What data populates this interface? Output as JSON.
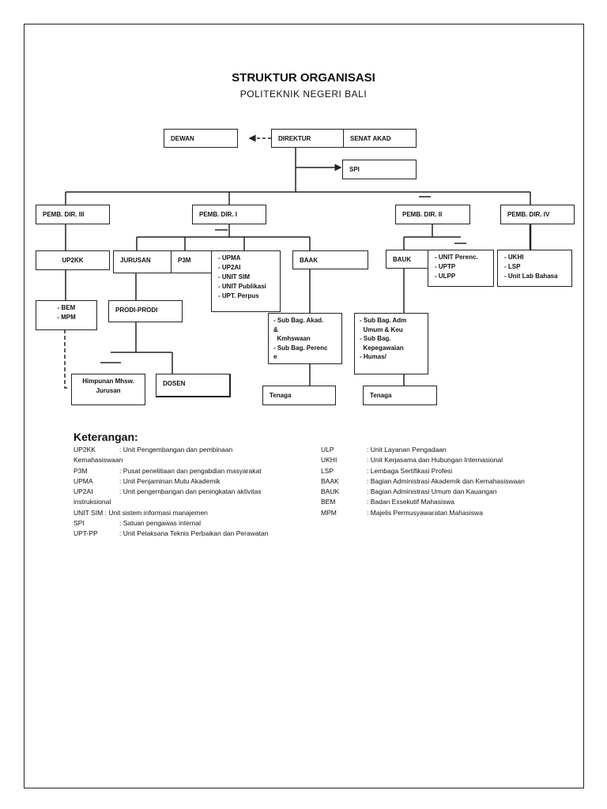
{
  "title": "STRUKTUR ORGANISASI",
  "subtitle": "POLITEKNIK NEGERI BALI",
  "nodes": {
    "dewan": "DEWAN",
    "direktur": "DIREKTUR",
    "senat": "SENAT AKAD",
    "spi": "SPI",
    "pd3": "PEMB. DIR. III",
    "pd1": "PEMB. DIR. I",
    "pd2": "PEMB. DIR. II",
    "pd4": "PEMB. DIR. IV",
    "up2kk": "UP2KK",
    "jurusan": "JURUSAN",
    "p3m": "P3M",
    "pd1_units": [
      "- UPMA",
      "- UP2AI",
      "- UNIT SIM",
      "- UNIT Publikasi",
      "- UPT. Perpus"
    ],
    "baak": "BAAK",
    "bauk": "BAUK",
    "pd2_units": [
      "- UNIT Perenc.",
      "- UPTP",
      "- ULPP"
    ],
    "pd4_units": [
      "- UKHI",
      "- LSP",
      "- Unit Lab Bahasa"
    ],
    "ormawa": [
      "- BEM",
      "- MPM"
    ],
    "prodi": "PRODI-PRODI",
    "baak_sub": [
      "- Sub Bag. Akad.",
      "&",
      "  Kmhswaan",
      "- Sub Bag. Perenc",
      "e"
    ],
    "bauk_sub": [
      "- Sub Bag. Adm",
      "  Umum & Keu",
      "- Sub Bag.",
      "  Kepegawaian",
      "- Humas/"
    ],
    "himpunan": [
      "Himpunan Mhsw.",
      "Jurusan"
    ],
    "dosen": "DOSEN",
    "tenaga1": "Tenaga",
    "tenaga2": "Tenaga"
  },
  "legend": {
    "heading": "Keterangan:",
    "left": [
      {
        "abbr": "UP2KK",
        "desc": ": Unit Pengembangan dan pembinaan"
      },
      {
        "abbr": "",
        "desc": "Kemahasiswaan"
      },
      {
        "abbr": "P3M",
        "desc": ":  Pusat penelitiaan dan pengabdian masyarakat"
      },
      {
        "abbr": "UPMA",
        "desc": ":  Unit Penjaminan Mutu Akademik"
      },
      {
        "abbr": "UP2AI",
        "desc": ": Unit pengembangan dan peningkatan aktivitas"
      },
      {
        "abbr": "",
        "desc": "instruksional"
      },
      {
        "abbr": "UNIT SIM",
        "desc": ": Unit sistem informasi manajemen"
      },
      {
        "abbr": "SPI",
        "desc": ": Satuan pengawas internal"
      },
      {
        "abbr": "UPT-PP",
        "desc": ":  Unit Pelaksana Teknis Perbaikan dan Perawatan"
      }
    ],
    "right": [
      {
        "abbr": "ULP",
        "desc": ":  Unit Layanan Pengadaan"
      },
      {
        "abbr": "UKHI",
        "desc": ": Unit Kerjasama dan Hubungan Internasional"
      },
      {
        "abbr": "LSP",
        "desc": ": Lembaga Sertifikasi Profesi"
      },
      {
        "abbr": "BAAK",
        "desc": ":  Bagian Administrasi Akademik dan Kemahasiswaan"
      },
      {
        "abbr": "BAUK",
        "desc": ": Bagian Administrasi Umum dan Kauangan"
      },
      {
        "abbr": "BEM",
        "desc": ":  Badan Exsekutif Mahasiswa"
      },
      {
        "abbr": "MPM",
        "desc": ":  Majelis Permusyawaratan Mahasiswa"
      }
    ]
  }
}
